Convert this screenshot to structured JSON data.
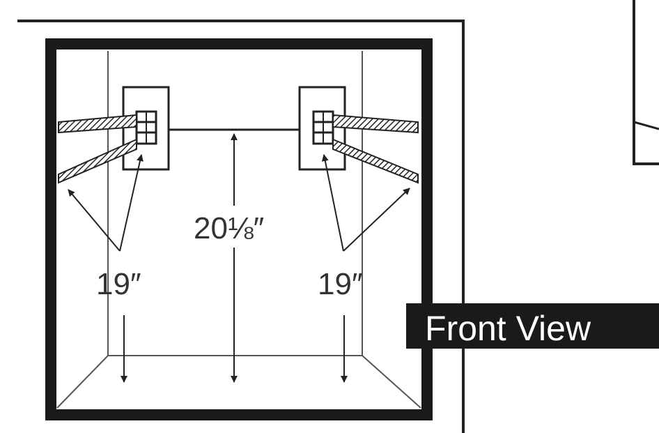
{
  "diagram": {
    "view_label": "Front View",
    "dimensions": {
      "left_width": "19″",
      "center_height": "20⅛″",
      "right_width": "19″"
    }
  }
}
